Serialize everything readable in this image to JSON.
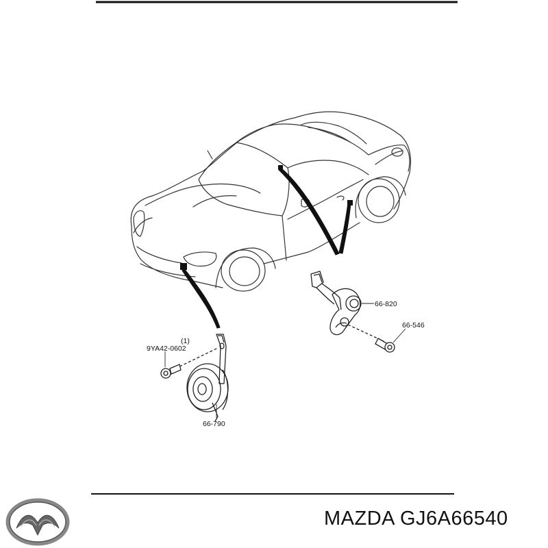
{
  "diagram": {
    "parts": {
      "p_66820": "66-820",
      "p_66546": "66-546",
      "p_9ya42_0602": "9YA42-0602",
      "p_note": "(1)",
      "p_66790": "66-790"
    }
  },
  "footer": {
    "brand_part": "MAZDA GJ6A66540",
    "logo": "mazda-logo-icon"
  },
  "colors": {
    "ink": "#111111",
    "background": "#ffffff"
  }
}
